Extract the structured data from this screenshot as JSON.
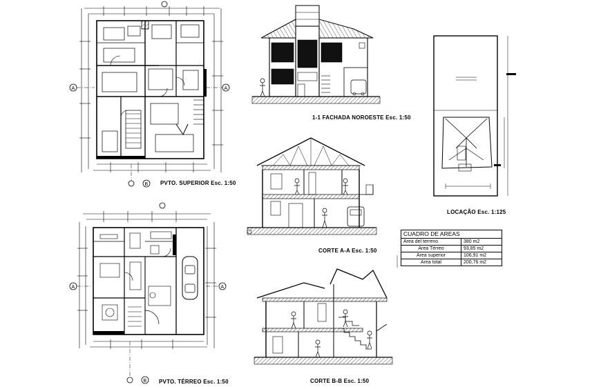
{
  "drawings": {
    "upper_floor_title": "PVTO. SUPERIOR Esc. 1:50",
    "ground_floor_title": "PVTO. TÉRREO Esc. 1:50",
    "facade_title": "1-1 FACHADA NOROESTE Esc. 1:50",
    "section_a_title": "CORTE A-A Esc. 1:50",
    "section_b_title": "CORTE B-B Esc. 1:50",
    "location_title": "LOCAÇÃO Esc. 1:125",
    "axis_marker": "A",
    "grid_marker": "B"
  },
  "areas_table": {
    "header": "CUADRO DE AREAS",
    "rows": [
      {
        "label": "Area del terreno",
        "value": "380 m2"
      },
      {
        "label": "Area Térreo",
        "value": "93,85 m2"
      },
      {
        "label": "Area superior",
        "value": "106,91 m2"
      },
      {
        "label": "Area total",
        "value": "200,76 m2"
      }
    ]
  },
  "colors": {
    "line": "#000000",
    "background": "#ffffff",
    "hatch": "#555555"
  }
}
